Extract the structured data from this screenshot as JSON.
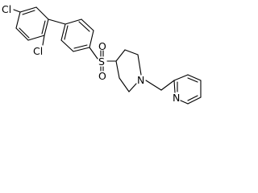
{
  "molecule": {
    "atoms": {
      "cl_top": "Cl",
      "cl_ortho": "Cl",
      "sulfur": "S",
      "oxygen_top": "O",
      "oxygen_bottom": "O",
      "nitrogen_piperidine": "N",
      "nitrogen_pyridine": "N"
    },
    "colors": {
      "bond": "#000000",
      "label": "#000000",
      "background": "#ffffff"
    }
  }
}
